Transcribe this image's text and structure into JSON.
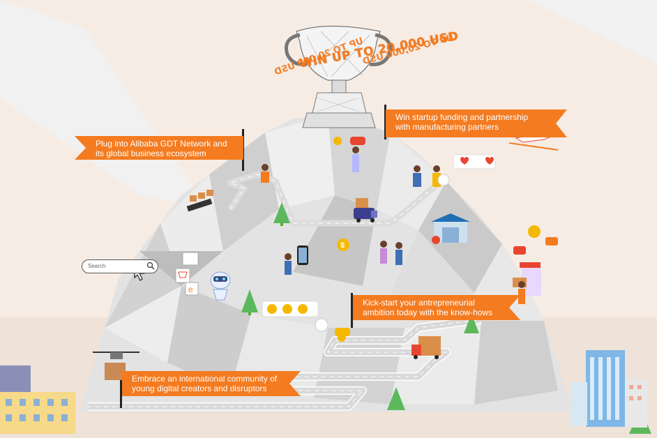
{
  "trophy_banner": {
    "main_text": "WIN UP TO 20,000 USD",
    "ghost_left": "UP TO 20,000 USD",
    "ghost_right": "UP TO 20,000 USD"
  },
  "milestones": [
    {
      "id": "funding",
      "line1": "Win startup funding and partnership",
      "line2": "with manufacturing partners"
    },
    {
      "id": "network",
      "line1": "Plug into Alibaba GDT Network and",
      "line2": "its global business ecosystem"
    },
    {
      "id": "kickstart",
      "line1": "Kick-start your antrepreneurial",
      "line2": "ambition today with the know-hows"
    },
    {
      "id": "community",
      "line1": "Embrace an international community of",
      "line2": "young digital creators and disruptors"
    }
  ],
  "search": {
    "placeholder": "Search"
  },
  "colors": {
    "accent": "#f47b20",
    "background": "#f7ece4",
    "mountain_light": "#e6e6e6",
    "mountain_mid": "#cfcfcf",
    "mountain_dark": "#b5b5b5",
    "road": "#dcdcdc",
    "tree": "#5cb85c",
    "building_blue": "#7fb7e6",
    "building_yellow": "#f7d98a"
  },
  "icons": [
    "trophy-icon",
    "delivery-van-icon",
    "truck-icon",
    "drone-icon",
    "robot-icon",
    "warehouse-icon",
    "shopping-cart-icon",
    "dollar-coin-icon",
    "airplane-icon",
    "conveyor-belt-icon",
    "smartphone-icon",
    "cursor-icon",
    "search-icon",
    "heart-icon",
    "emoji-icon",
    "tree-icon",
    "building-icon",
    "scooter-icon",
    "shop-icon"
  ]
}
